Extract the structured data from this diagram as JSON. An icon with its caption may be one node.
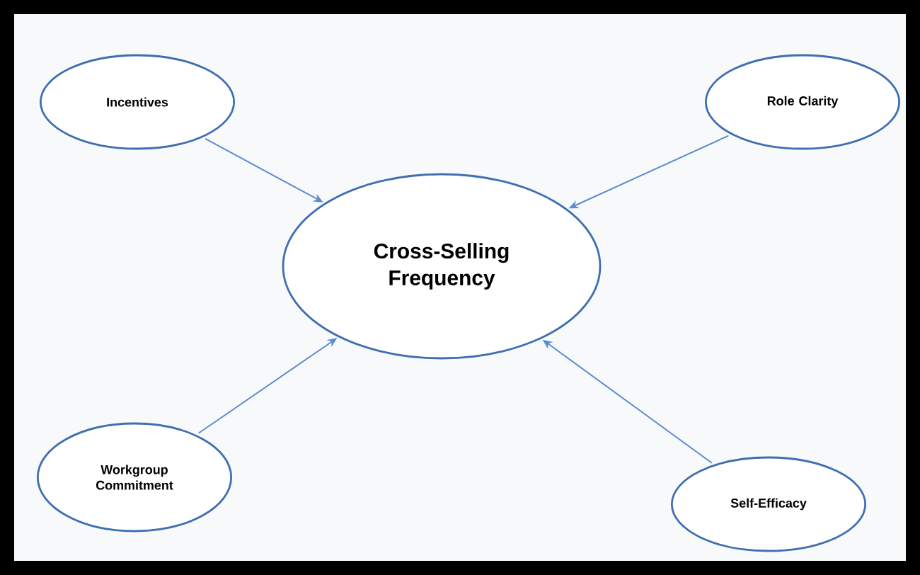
{
  "diagram": {
    "nodes": [
      {
        "text": [
          "Incentives"
        ]
      },
      {
        "text": [
          "Role Clarity"
        ]
      },
      {
        "text": [
          "Cross-Selling Frequency"
        ]
      },
      {
        "text": [
          "Workgroup Commitment"
        ]
      },
      {
        "text": [
          "Self-Efficacy"
        ]
      }
    ],
    "edges": [
      {
        "from": 0,
        "to": 2,
        "arrow": "to"
      },
      {
        "from": 1,
        "to": 2,
        "arrow": "to"
      },
      {
        "from": 3,
        "to": 2,
        "arrow": "to"
      },
      {
        "from": 4,
        "to": 2,
        "arrow": "to"
      }
    ]
  }
}
